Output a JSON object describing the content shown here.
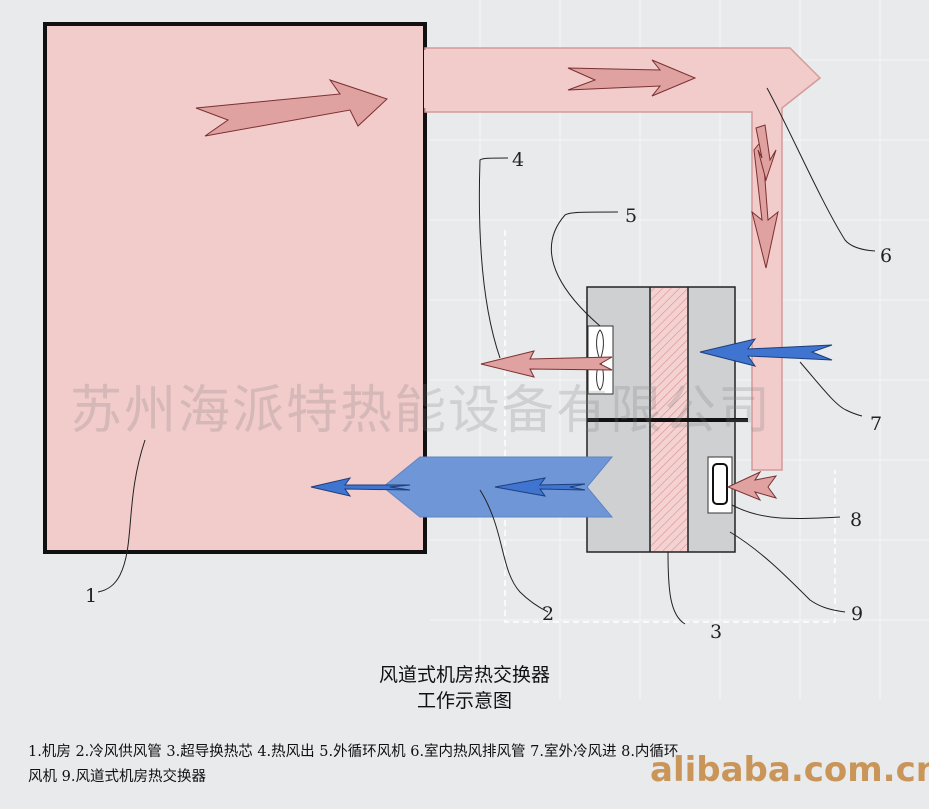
{
  "watermark_text": "苏州海派特热能设备有限公司",
  "site_watermark": "alibaba.com.cn",
  "callouts": [
    "1",
    "2",
    "3",
    "4",
    "5",
    "6",
    "7",
    "8",
    "9"
  ],
  "title_line1": "风道式机房热交换器",
  "title_line2": "工作示意图",
  "legend_line1": "1.机房 2.冷风供风管 3.超导换热芯 4.热风出 5.外循环风机 6.室内热风排风管 7.室外冷风进 8.内循环",
  "legend_line2": "风机 9.风道式机房热交换器",
  "colors": {
    "room_fill": "#f2cbcb",
    "hot_arrow": "#d98a8a",
    "cold_duct": "#6f96d6",
    "cold_arrow": "#3a6ccc",
    "unit_grey": "#cfd0d2",
    "core_hatch": "#e7a8a8"
  },
  "icons": [
    "fan-icon",
    "heat-arrow-icon",
    "cold-arrow-icon"
  ]
}
